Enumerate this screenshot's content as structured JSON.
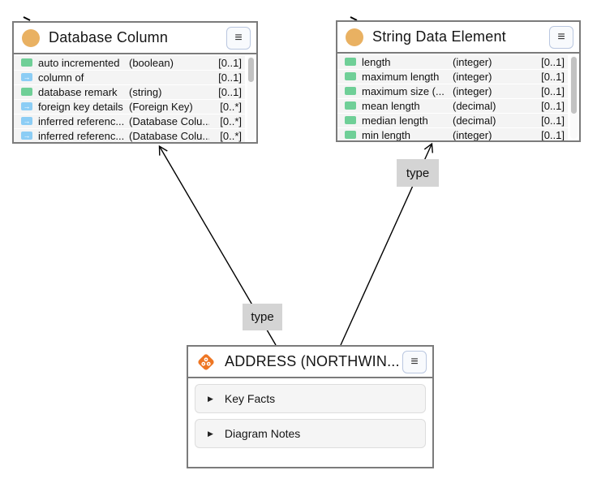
{
  "canvas": {
    "background": "#ffffff",
    "edge_color": "#000000",
    "edge_label_bg": "#d4d4d4"
  },
  "nodes": {
    "database_column": {
      "title": "Database Column",
      "menu_icon": "≡",
      "header_icon": "class-circle",
      "header_icon_color": "#e9b162",
      "rows": [
        {
          "icon": "attribute",
          "icon_class": "row-icon attr",
          "name": "auto incremented",
          "type": "(boolean)",
          "card": "[0..1]"
        },
        {
          "icon": "relationship",
          "icon_class": "row-icon rel",
          "name": "column of",
          "type": "",
          "card": "[0..1]"
        },
        {
          "icon": "attribute",
          "icon_class": "row-icon attr",
          "name": "database remark",
          "type": "(string)",
          "card": "[0..1]"
        },
        {
          "icon": "relationship",
          "icon_class": "row-icon rel",
          "name": "foreign key details",
          "type": "(Foreign Key)",
          "card": "[0..*]"
        },
        {
          "icon": "relationship",
          "icon_class": "row-icon rel",
          "name": "inferred referenc...",
          "type": "(Database Colu...",
          "card": "[0..*]"
        },
        {
          "icon": "relationship",
          "icon_class": "row-icon rel",
          "name": "inferred referenc...",
          "type": "(Database Colu...",
          "card": "[0..*]"
        }
      ]
    },
    "string_data_element": {
      "title": "String Data Element",
      "menu_icon": "≡",
      "header_icon": "class-circle",
      "header_icon_color": "#e9b162",
      "rows": [
        {
          "icon": "attribute",
          "icon_class": "row-icon attr",
          "name": "length",
          "type": "(integer)",
          "card": "[0..1]"
        },
        {
          "icon": "attribute",
          "icon_class": "row-icon attr",
          "name": "maximum length",
          "type": "(integer)",
          "card": "[0..1]"
        },
        {
          "icon": "attribute",
          "icon_class": "row-icon attr",
          "name": "maximum size (...",
          "type": "(integer)",
          "card": "[0..1]"
        },
        {
          "icon": "attribute",
          "icon_class": "row-icon attr",
          "name": "mean length",
          "type": "(decimal)",
          "card": "[0..1]"
        },
        {
          "icon": "attribute",
          "icon_class": "row-icon attr",
          "name": "median length",
          "type": "(decimal)",
          "card": "[0..1]"
        },
        {
          "icon": "attribute",
          "icon_class": "row-icon attr",
          "name": "min length",
          "type": "(integer)",
          "card": "[0..1]"
        }
      ]
    },
    "address_table": {
      "title": "ADDRESS (NORTHWIN...",
      "menu_icon": "≡",
      "header_icon": "table-diamond",
      "header_icon_color": "#ee7623",
      "sections": [
        {
          "label": "Key Facts",
          "expander": "▶"
        },
        {
          "label": "Diagram Notes",
          "expander": "▶"
        }
      ]
    }
  },
  "edges": [
    {
      "label": "type",
      "from": "address_table",
      "to": "database_column"
    },
    {
      "label": "type",
      "from": "address_table",
      "to": "string_data_element"
    }
  ]
}
